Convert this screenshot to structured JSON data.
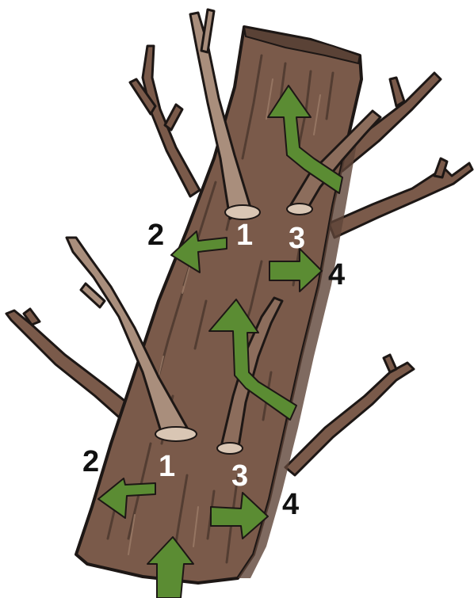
{
  "labels": {
    "upper": {
      "one": "1",
      "two": "2",
      "three": "3",
      "four": "4"
    },
    "lower": {
      "one": "1",
      "two": "2",
      "three": "3",
      "four": "4"
    }
  },
  "colors": {
    "bark": "#7a5a4a",
    "bark_dark": "#4f3a30",
    "bark_grain": "#5c4438",
    "branch": "#8c6d5c",
    "branch_light": "#a98e7c",
    "cut_face": "#d9c6b4",
    "outline": "#1d1715",
    "arrow": "#5b8c33",
    "arrow_outline": "#1d1715",
    "label_dark": "#111111",
    "label_light": "#ffffff"
  },
  "icons": {
    "trunk": "log-trunk-drawing",
    "arrow": "green-arrow"
  }
}
